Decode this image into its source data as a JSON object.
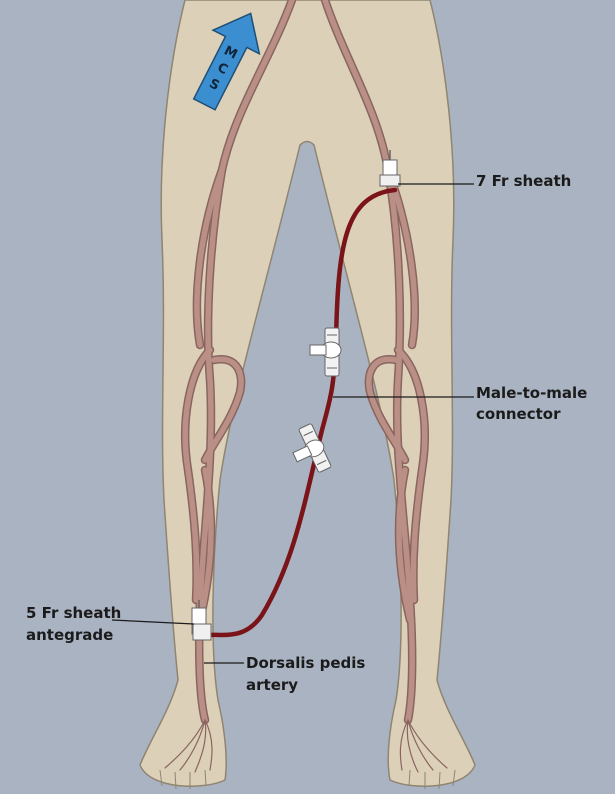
{
  "arrow": {
    "letters": [
      "M",
      "C",
      "S"
    ],
    "fill": "#3b8fd0"
  },
  "labels": {
    "sheath7": "7 Fr sheath",
    "connector": [
      "Male-to-male",
      "connector"
    ],
    "sheath5": [
      "5 Fr sheath",
      "antegrade"
    ],
    "dorsalis": [
      "Dorsalis pedis",
      "artery"
    ]
  },
  "colors": {
    "background": "#a9b3c2",
    "skin": "#dcd0b8",
    "artery": "#b98f86",
    "tubing": "#7a1418"
  }
}
